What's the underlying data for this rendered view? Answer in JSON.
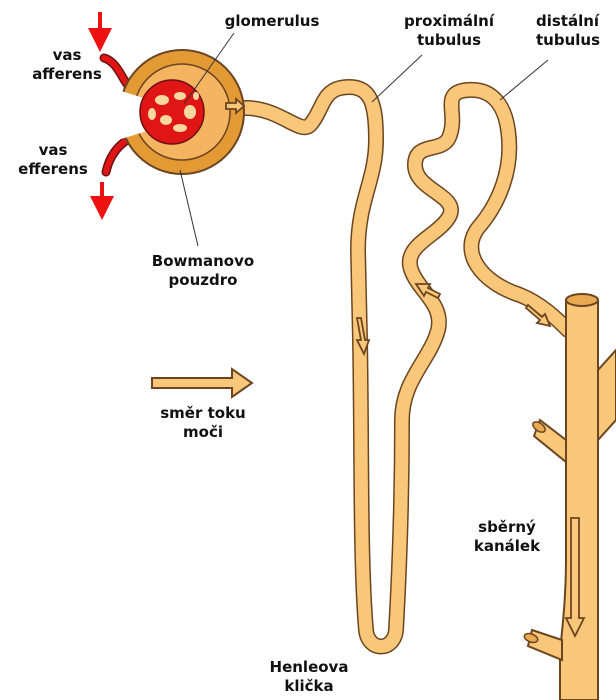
{
  "labels": {
    "vas_afferens": [
      "vas",
      "afferens"
    ],
    "vas_efferens": [
      "vas",
      "efferens"
    ],
    "glomerulus": "glomerulus",
    "proximalni_tubulus": [
      "proximální",
      "tubulus"
    ],
    "distalni_tubulus": [
      "distální",
      "tubulus"
    ],
    "bowmanovo_pouzdro": [
      "Bowmanovo",
      "pouzdro"
    ],
    "smer_toku_moci": [
      "směr toku",
      "moči"
    ],
    "sberny_kanalek": [
      "sběrný",
      "kanálek"
    ],
    "henleova_klicka": [
      "Henleova",
      "klička"
    ]
  },
  "colors": {
    "tubule_fill": "#f9c77a",
    "tubule_outline": "#6b4520",
    "capsule_fill": "#e39a34",
    "capsule_inner": "#f4b460",
    "glomerulus_red": "#e01616",
    "flow_arrow_red": "#ee1111",
    "label_text": "#111111"
  }
}
